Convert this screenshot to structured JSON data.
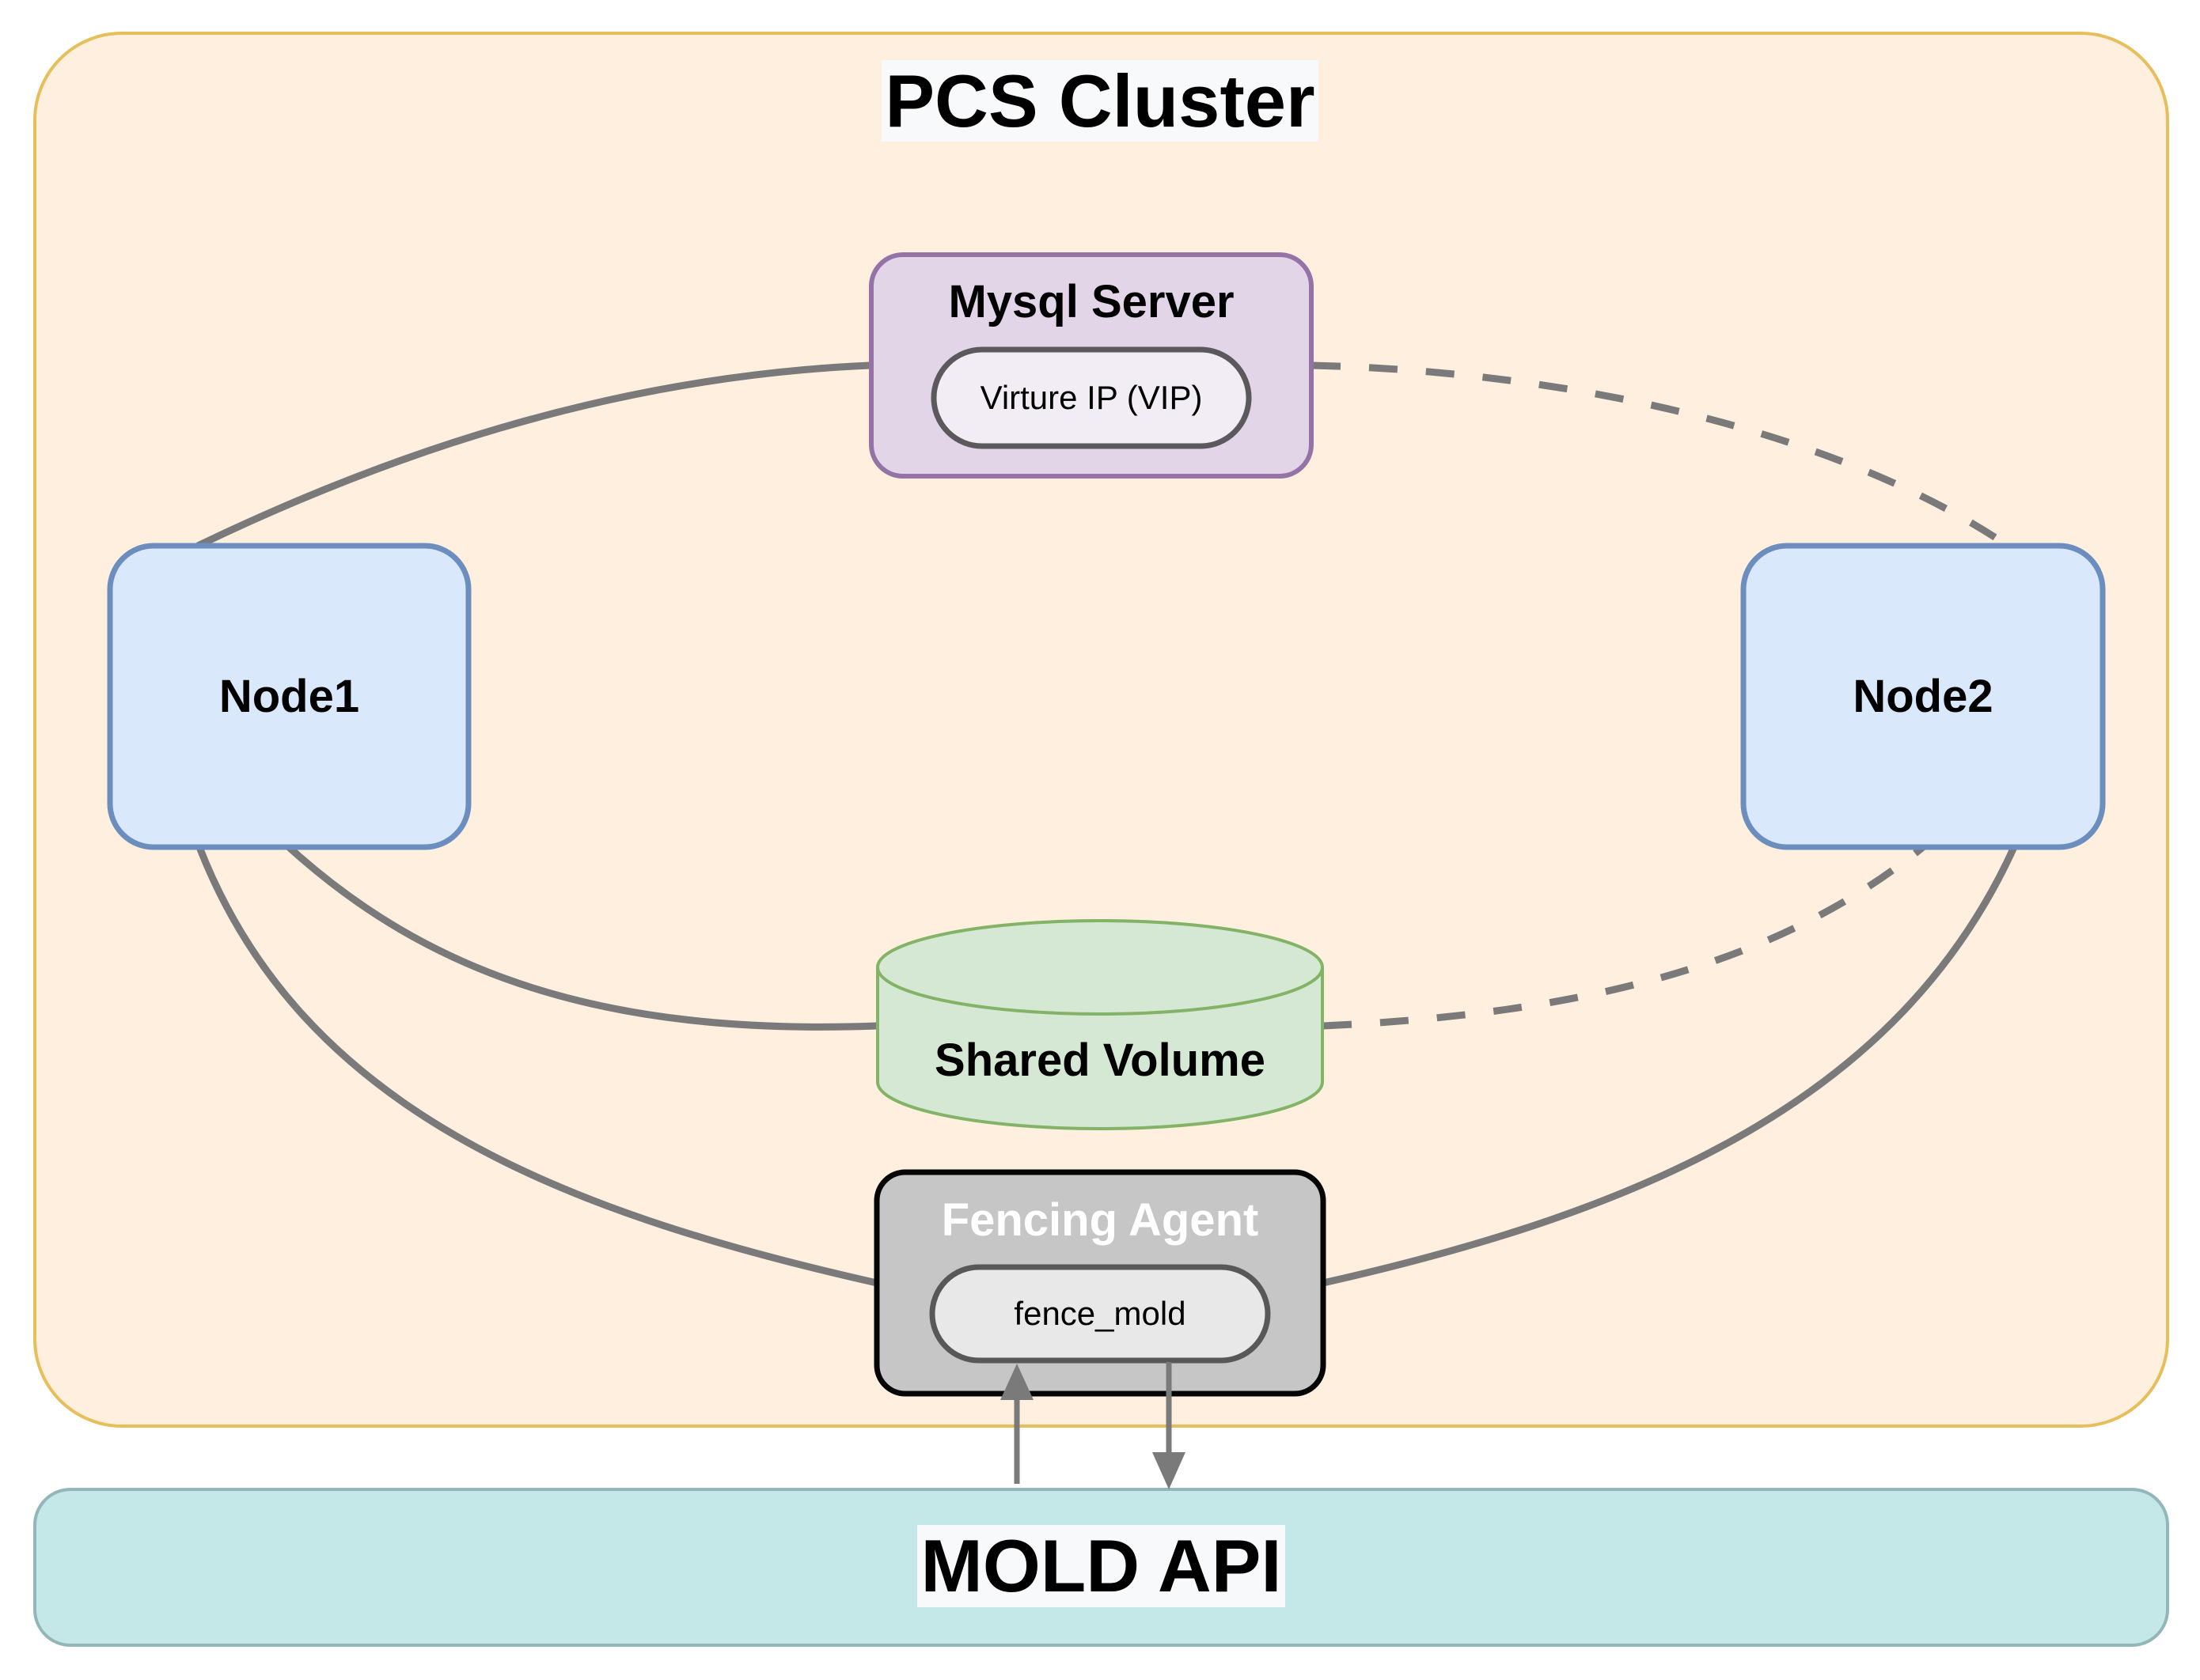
{
  "diagram": {
    "cluster": {
      "title": "PCS Cluster",
      "fill": "#ffefdf",
      "stroke": "#e6bf5a"
    },
    "mysql": {
      "title": "Mysql Server",
      "fill": "#e1d5e7",
      "stroke": "#9673a6",
      "vip_label": "Virture IP (VIP)",
      "vip_fill": "#f2edf5"
    },
    "node1": {
      "label": "Node1",
      "fill": "#dae8fc",
      "stroke": "#6c8ebf"
    },
    "node2": {
      "label": "Node2",
      "fill": "#dae8fc",
      "stroke": "#6c8ebf"
    },
    "shared_volume": {
      "label": "Shared Volume",
      "fill": "#d5e8d4",
      "stroke": "#82b366"
    },
    "fencing_agent": {
      "title": "Fencing Agent",
      "fill": "#c6c6c6",
      "stroke": "#000000",
      "title_color": "#ffffff",
      "inner_label": "fence_mold",
      "inner_fill": "#e8e8e8"
    },
    "mold_api": {
      "title": "MOLD API",
      "fill": "#c4e8e8",
      "stroke": "#93b6b8"
    },
    "edge_color": "#7a7a7a",
    "edges": [
      {
        "from": "Node1",
        "to": "Mysql Server",
        "style": "solid"
      },
      {
        "from": "Mysql Server",
        "to": "Node2",
        "style": "dashed"
      },
      {
        "from": "Node1",
        "to": "Shared Volume",
        "style": "solid"
      },
      {
        "from": "Shared Volume",
        "to": "Node2",
        "style": "dashed"
      },
      {
        "from": "Node1",
        "to": "Fencing Agent",
        "style": "solid"
      },
      {
        "from": "Fencing Agent",
        "to": "Node2",
        "style": "solid"
      },
      {
        "from": "MOLD API",
        "to": "fence_mold",
        "style": "arrow"
      },
      {
        "from": "fence_mold",
        "to": "MOLD API",
        "style": "arrow"
      }
    ]
  }
}
